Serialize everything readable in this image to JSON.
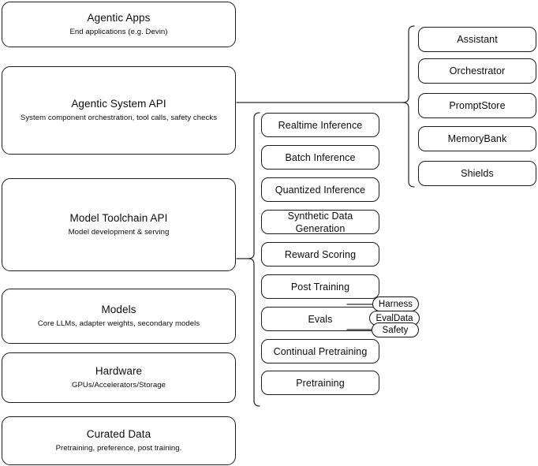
{
  "diagram": {
    "title": "Agentic stack layered architecture",
    "stroke_color": "#2b2b2b",
    "background_color": "#ffffff"
  },
  "left_stack": {
    "layers": [
      {
        "title": "Agentic Apps",
        "subtitle": "End applications (e.g. Devin)"
      },
      {
        "title": "Agentic System API",
        "subtitle": "System component orchestration, tool calls, safety checks"
      },
      {
        "title": "Model Toolchain API",
        "subtitle": "Model development & serving"
      },
      {
        "title": "Models",
        "subtitle": "Core LLMs, adapter weights, secondary models"
      },
      {
        "title": "Hardware",
        "subtitle": "GPUs/Accelerators/Storage"
      },
      {
        "title": "Curated Data",
        "subtitle": "Pretraining, preference, post training."
      }
    ]
  },
  "middle_column": {
    "items": [
      {
        "label": "Realtime Inference"
      },
      {
        "label": "Batch Inference"
      },
      {
        "label": "Quantized Inference"
      },
      {
        "label": "Synthetic Data Generation"
      },
      {
        "label": "Reward Scoring"
      },
      {
        "label": "Post Training"
      },
      {
        "label": "Evals"
      },
      {
        "label": "Continual Pretraining"
      },
      {
        "label": "Pretraining"
      }
    ]
  },
  "right_column": {
    "items": [
      {
        "label": "Assistant"
      },
      {
        "label": "Orchestrator"
      },
      {
        "label": "PromptStore"
      },
      {
        "label": "MemoryBank"
      },
      {
        "label": "Shields"
      }
    ]
  },
  "eval_badges": {
    "items": [
      {
        "label": "Harness"
      },
      {
        "label": "EvalData"
      },
      {
        "label": "Safety"
      }
    ]
  }
}
